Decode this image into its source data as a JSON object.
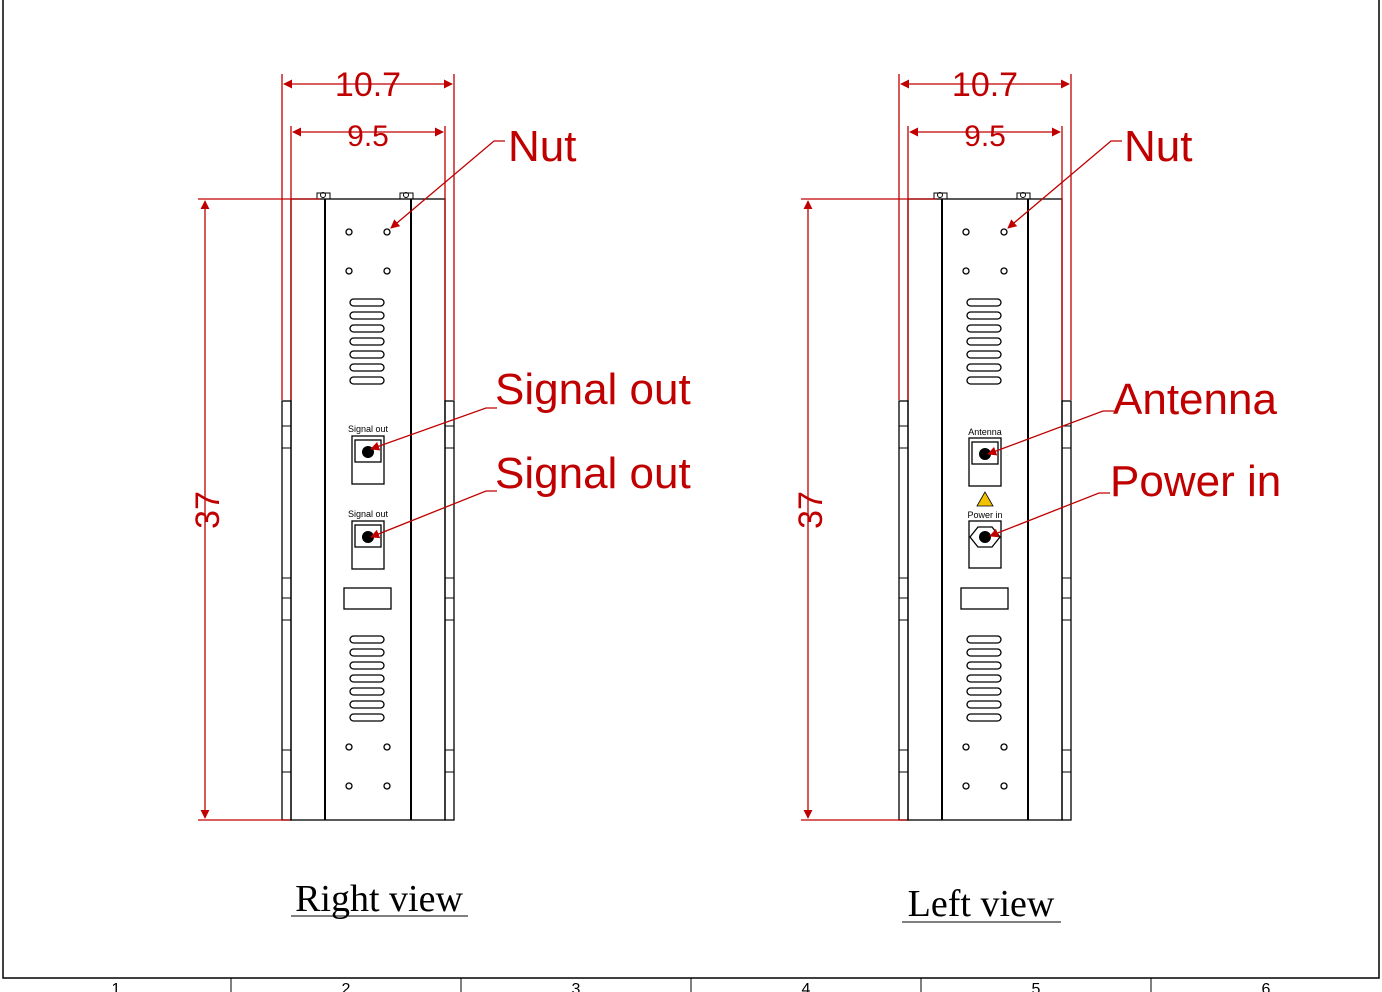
{
  "views": [
    {
      "caption": "Right view",
      "dims": {
        "outer_width": "10.7",
        "inner_width": "9.5",
        "height": "37"
      },
      "callouts": [
        "Nut",
        "Signal out",
        "Signal out"
      ],
      "panel_labels": [
        "Signal out",
        "Signal out"
      ]
    },
    {
      "caption": "Left view",
      "dims": {
        "outer_width": "10.7",
        "inner_width": "9.5",
        "height": "37"
      },
      "callouts": [
        "Nut",
        "Antenna",
        "Power in"
      ],
      "panel_labels": [
        "Antenna",
        "Power in"
      ]
    }
  ],
  "zones": [
    "1",
    "2",
    "3",
    "4",
    "5",
    "6"
  ],
  "colors": {
    "dimension": "#c00000",
    "line": "#000000"
  }
}
